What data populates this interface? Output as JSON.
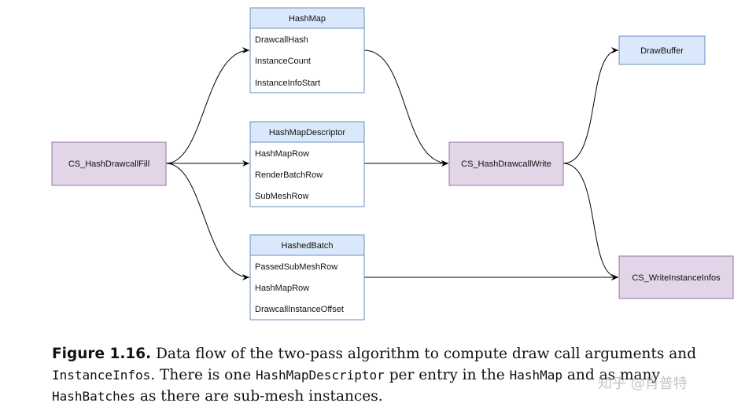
{
  "nodes": {
    "fill": "CS_HashDrawcallFill",
    "write": "CS_HashDrawcallWrite",
    "drawbuffer": "DrawBuffer",
    "writeinstanceinfos": "CS_WriteInstanceInfos"
  },
  "tables": {
    "hashmap": {
      "title": "HashMap",
      "rows": [
        "DrawcallHash",
        "InstanceCount",
        "InstanceInfoStart"
      ]
    },
    "descriptor": {
      "title": "HashMapDescriptor",
      "rows": [
        "HashMapRow",
        "RenderBatchRow",
        "SubMeshRow"
      ]
    },
    "hashedbatch": {
      "title": "HashedBatch",
      "rows": [
        "PassedSubMeshRow",
        "HashMapRow",
        "DrawcallInstanceOffset"
      ]
    }
  },
  "caption": {
    "label": "Figure 1.16.",
    "p1": " Data flow of the two-pass algorithm to compute draw call arguments and ",
    "c1": "InstanceInfos",
    "p2": ". There is one ",
    "c2": "HashMapDescriptor",
    "p3": " per entry in the ",
    "c3": "HashMap",
    "p4": " and as many ",
    "c4": "HashBatches",
    "p5": " as there are sub-mesh instances."
  },
  "watermark": "知乎 @肖普特",
  "colors": {
    "process_fill": "#e1d5e7",
    "process_stroke": "#9673a6",
    "data_fill": "#dae8fc",
    "data_stroke": "#6c8ebf"
  }
}
